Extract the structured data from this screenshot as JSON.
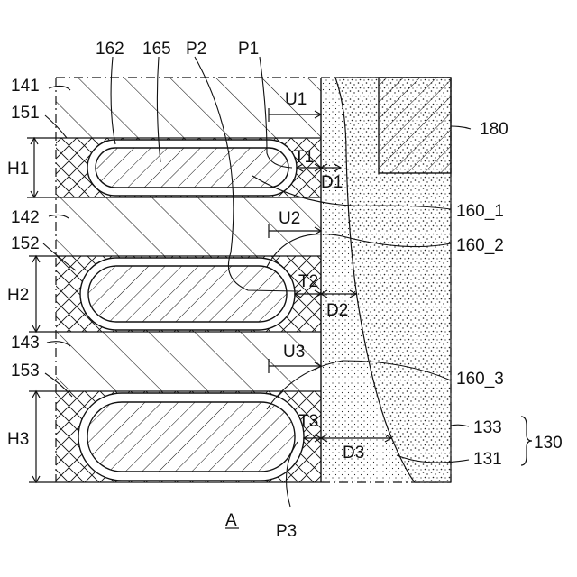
{
  "figure": {
    "caption": "A",
    "labels": {
      "l141": "141",
      "l151": "151",
      "l142": "142",
      "l152": "152",
      "l143": "143",
      "l153": "153",
      "h1": "H1",
      "h2": "H2",
      "h3": "H3",
      "l162": "162",
      "l165": "165",
      "p2": "P2",
      "p1": "P1",
      "u1": "U1",
      "u2": "U2",
      "u3": "U3",
      "t1": "T1",
      "t2": "T2",
      "t3": "T3",
      "d1": "D1",
      "d2": "D2",
      "d3": "D3",
      "l180": "180",
      "l160_1": "160_1",
      "l160_2": "160_2",
      "l160_3": "160_3",
      "l133": "133",
      "l131": "131",
      "l130": "130",
      "p3": "P3"
    },
    "colors": {
      "line": "#111111",
      "background": "#ffffff"
    }
  }
}
